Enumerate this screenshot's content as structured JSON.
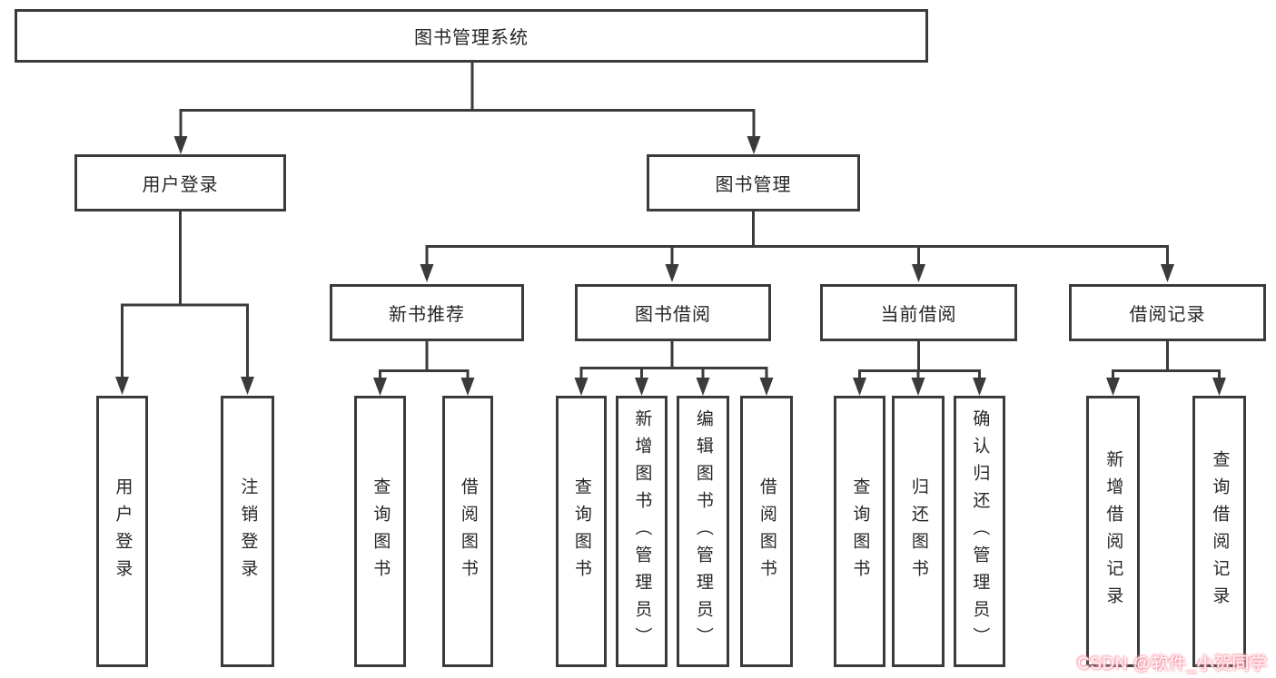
{
  "diagram": {
    "tree": {
      "label": "图书管理系统",
      "children": [
        {
          "label": "用户登录",
          "children": [
            {
              "label": "用户登录"
            },
            {
              "label": "注销登录"
            }
          ]
        },
        {
          "label": "图书管理",
          "children": [
            {
              "label": "新书推荐",
              "children": [
                {
                  "label": "查询图书"
                },
                {
                  "label": "借阅图书"
                }
              ]
            },
            {
              "label": "图书借阅",
              "children": [
                {
                  "label": "查询图书"
                },
                {
                  "label": "新增图书（管理员）"
                },
                {
                  "label": "编辑图书（管理员）"
                },
                {
                  "label": "借阅图书"
                }
              ]
            },
            {
              "label": "当前借阅",
              "children": [
                {
                  "label": "查询图书"
                },
                {
                  "label": "归还图书"
                },
                {
                  "label": "确认归还（管理员）"
                }
              ]
            },
            {
              "label": "借阅记录",
              "children": [
                {
                  "label": "新增借阅记录"
                },
                {
                  "label": "查询借阅记录"
                }
              ]
            }
          ]
        }
      ]
    },
    "watermark": "CSDN @软件_小贺同学",
    "colors": {
      "line": "#3b3b3b",
      "text": "#262626",
      "background": "#ffffff",
      "watermark": "#f99bab"
    }
  }
}
